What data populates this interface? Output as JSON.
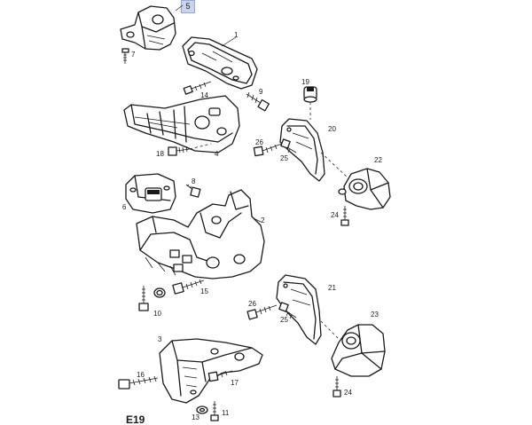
{
  "badge": "5",
  "figure_id": "E19",
  "callouts": [
    {
      "id": "c1",
      "text": "1"
    },
    {
      "id": "c2",
      "text": "2"
    },
    {
      "id": "c3",
      "text": "3"
    },
    {
      "id": "c4",
      "text": "4"
    },
    {
      "id": "c6",
      "text": "6"
    },
    {
      "id": "c7",
      "text": "7"
    },
    {
      "id": "c8",
      "text": "8"
    },
    {
      "id": "c9",
      "text": "9"
    },
    {
      "id": "c10",
      "text": "10"
    },
    {
      "id": "c11",
      "text": "11"
    },
    {
      "id": "c13",
      "text": "13"
    },
    {
      "id": "c14",
      "text": "14"
    },
    {
      "id": "c15",
      "text": "15"
    },
    {
      "id": "c16",
      "text": "16"
    },
    {
      "id": "c17",
      "text": "17"
    },
    {
      "id": "c18",
      "text": "18"
    },
    {
      "id": "c19",
      "text": "19"
    },
    {
      "id": "c20",
      "text": "20"
    },
    {
      "id": "c21",
      "text": "21"
    },
    {
      "id": "c22",
      "text": "22"
    },
    {
      "id": "c23",
      "text": "23"
    },
    {
      "id": "c24a",
      "text": "24"
    },
    {
      "id": "c24b",
      "text": "24"
    },
    {
      "id": "c25a",
      "text": "25"
    },
    {
      "id": "c25b",
      "text": "25"
    },
    {
      "id": "c26a",
      "text": "26"
    },
    {
      "id": "c26b",
      "text": "26"
    }
  ]
}
